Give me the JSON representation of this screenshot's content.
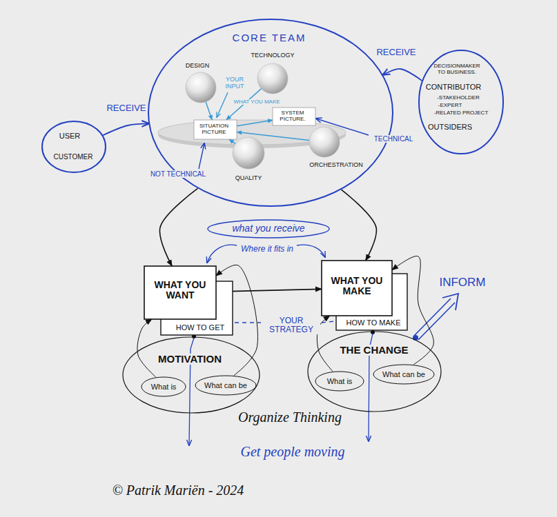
{
  "diagram": {
    "nodes": [
      {
        "text": [
          "CORE TEAM"
        ]
      },
      {
        "text": [
          "DESIGN"
        ],
        "in": 0
      },
      {
        "text": [
          "TECHNOLOGY"
        ],
        "in": 0
      },
      {
        "text": [
          "SITUATION PICTURE"
        ],
        "in": 0
      },
      {
        "text": [
          "SYSTEM PICTURE."
        ],
        "in": 0
      },
      {
        "text": [
          "QUALITY"
        ],
        "in": 0
      },
      {
        "text": [
          "ORCHESTRATION"
        ],
        "in": 0
      },
      {
        "text": [
          "USER",
          "CUSTOMER"
        ]
      },
      {
        "text": [
          "DECISIONMAKER TO BUSINESS.",
          "CONTRIBUTOR",
          "-STAKEHOLDER",
          "-EXPERT",
          "-RELATED PROJECT",
          "OUTSIDERS"
        ]
      },
      {
        "text": [
          "WHAT YOU WANT"
        ]
      },
      {
        "text": [
          "HOW TO GET"
        ]
      },
      {
        "text": [
          "WHAT YOU MAKE"
        ]
      },
      {
        "text": [
          "HOW TO MAKE"
        ]
      },
      {
        "text": [
          "MOTIVATION"
        ]
      },
      {
        "text": [
          "What is"
        ],
        "in": 13
      },
      {
        "text": [
          "What can be"
        ],
        "in": 13
      },
      {
        "text": [
          "THE CHANGE"
        ]
      },
      {
        "text": [
          "What is"
        ],
        "in": 16
      },
      {
        "text": [
          "What can be"
        ],
        "in": 16
      },
      {
        "text": [
          "what you receive"
        ]
      }
    ],
    "edges": [
      {
        "from": 1,
        "to": 3,
        "arrow": "to"
      },
      {
        "from": 2,
        "to": 3,
        "arrow": "to"
      },
      {
        "from": 5,
        "to": 3,
        "arrow": "to"
      },
      {
        "from": 6,
        "to": 3,
        "arrow": "to"
      },
      {
        "from": 3,
        "to": 4,
        "label": "WHAT YOU MAKE",
        "arrow": "to"
      },
      {
        "from": 7,
        "to": 0,
        "label": "RECEIVE",
        "arrow": "to"
      },
      {
        "from": 8,
        "to": 0,
        "label": "RECEIVE",
        "arrow": "to"
      },
      {
        "from": 0,
        "to": 9,
        "arrow": "to"
      },
      {
        "from": 0,
        "to": 11,
        "arrow": "to"
      },
      {
        "from": 9,
        "to": 11,
        "arrow": "to"
      },
      {
        "from": 14,
        "to": 9,
        "arrow": "to"
      },
      {
        "from": 15,
        "to": 9,
        "arrow": "to"
      },
      {
        "from": 17,
        "to": 11,
        "arrow": "to"
      },
      {
        "from": 18,
        "to": 11,
        "arrow": "to"
      }
    ],
    "labels": [
      "YOUR INPUT",
      "NOT TECHNICAL",
      "TECHNICAL",
      "Where it fits in",
      "YOUR STRATEGY",
      "INFORM",
      "Organize Thinking",
      "Get people moving",
      "© Patrik Mariën - 2024"
    ]
  }
}
